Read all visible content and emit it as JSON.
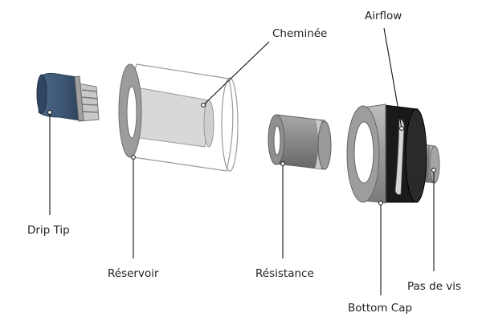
{
  "labels": {
    "drip_tip": "Drip Tip",
    "reservoir": "Réservoir",
    "chimney": "Cheminée",
    "resistance": "Résistance",
    "airflow": "Airflow",
    "bottom_cap": "Bottom Cap",
    "thread": "Pas de vis"
  },
  "colors": {
    "drip_tip": "#3d5674",
    "metal_light": "#b4b4b4",
    "metal_mid": "#8f8f8f",
    "metal_dark": "#6e6e6e",
    "airflow_ring": "#1a1a1a",
    "glass_outline": "#9a9a9a",
    "chimney": "#d6d6d6",
    "lines": "#111111"
  }
}
